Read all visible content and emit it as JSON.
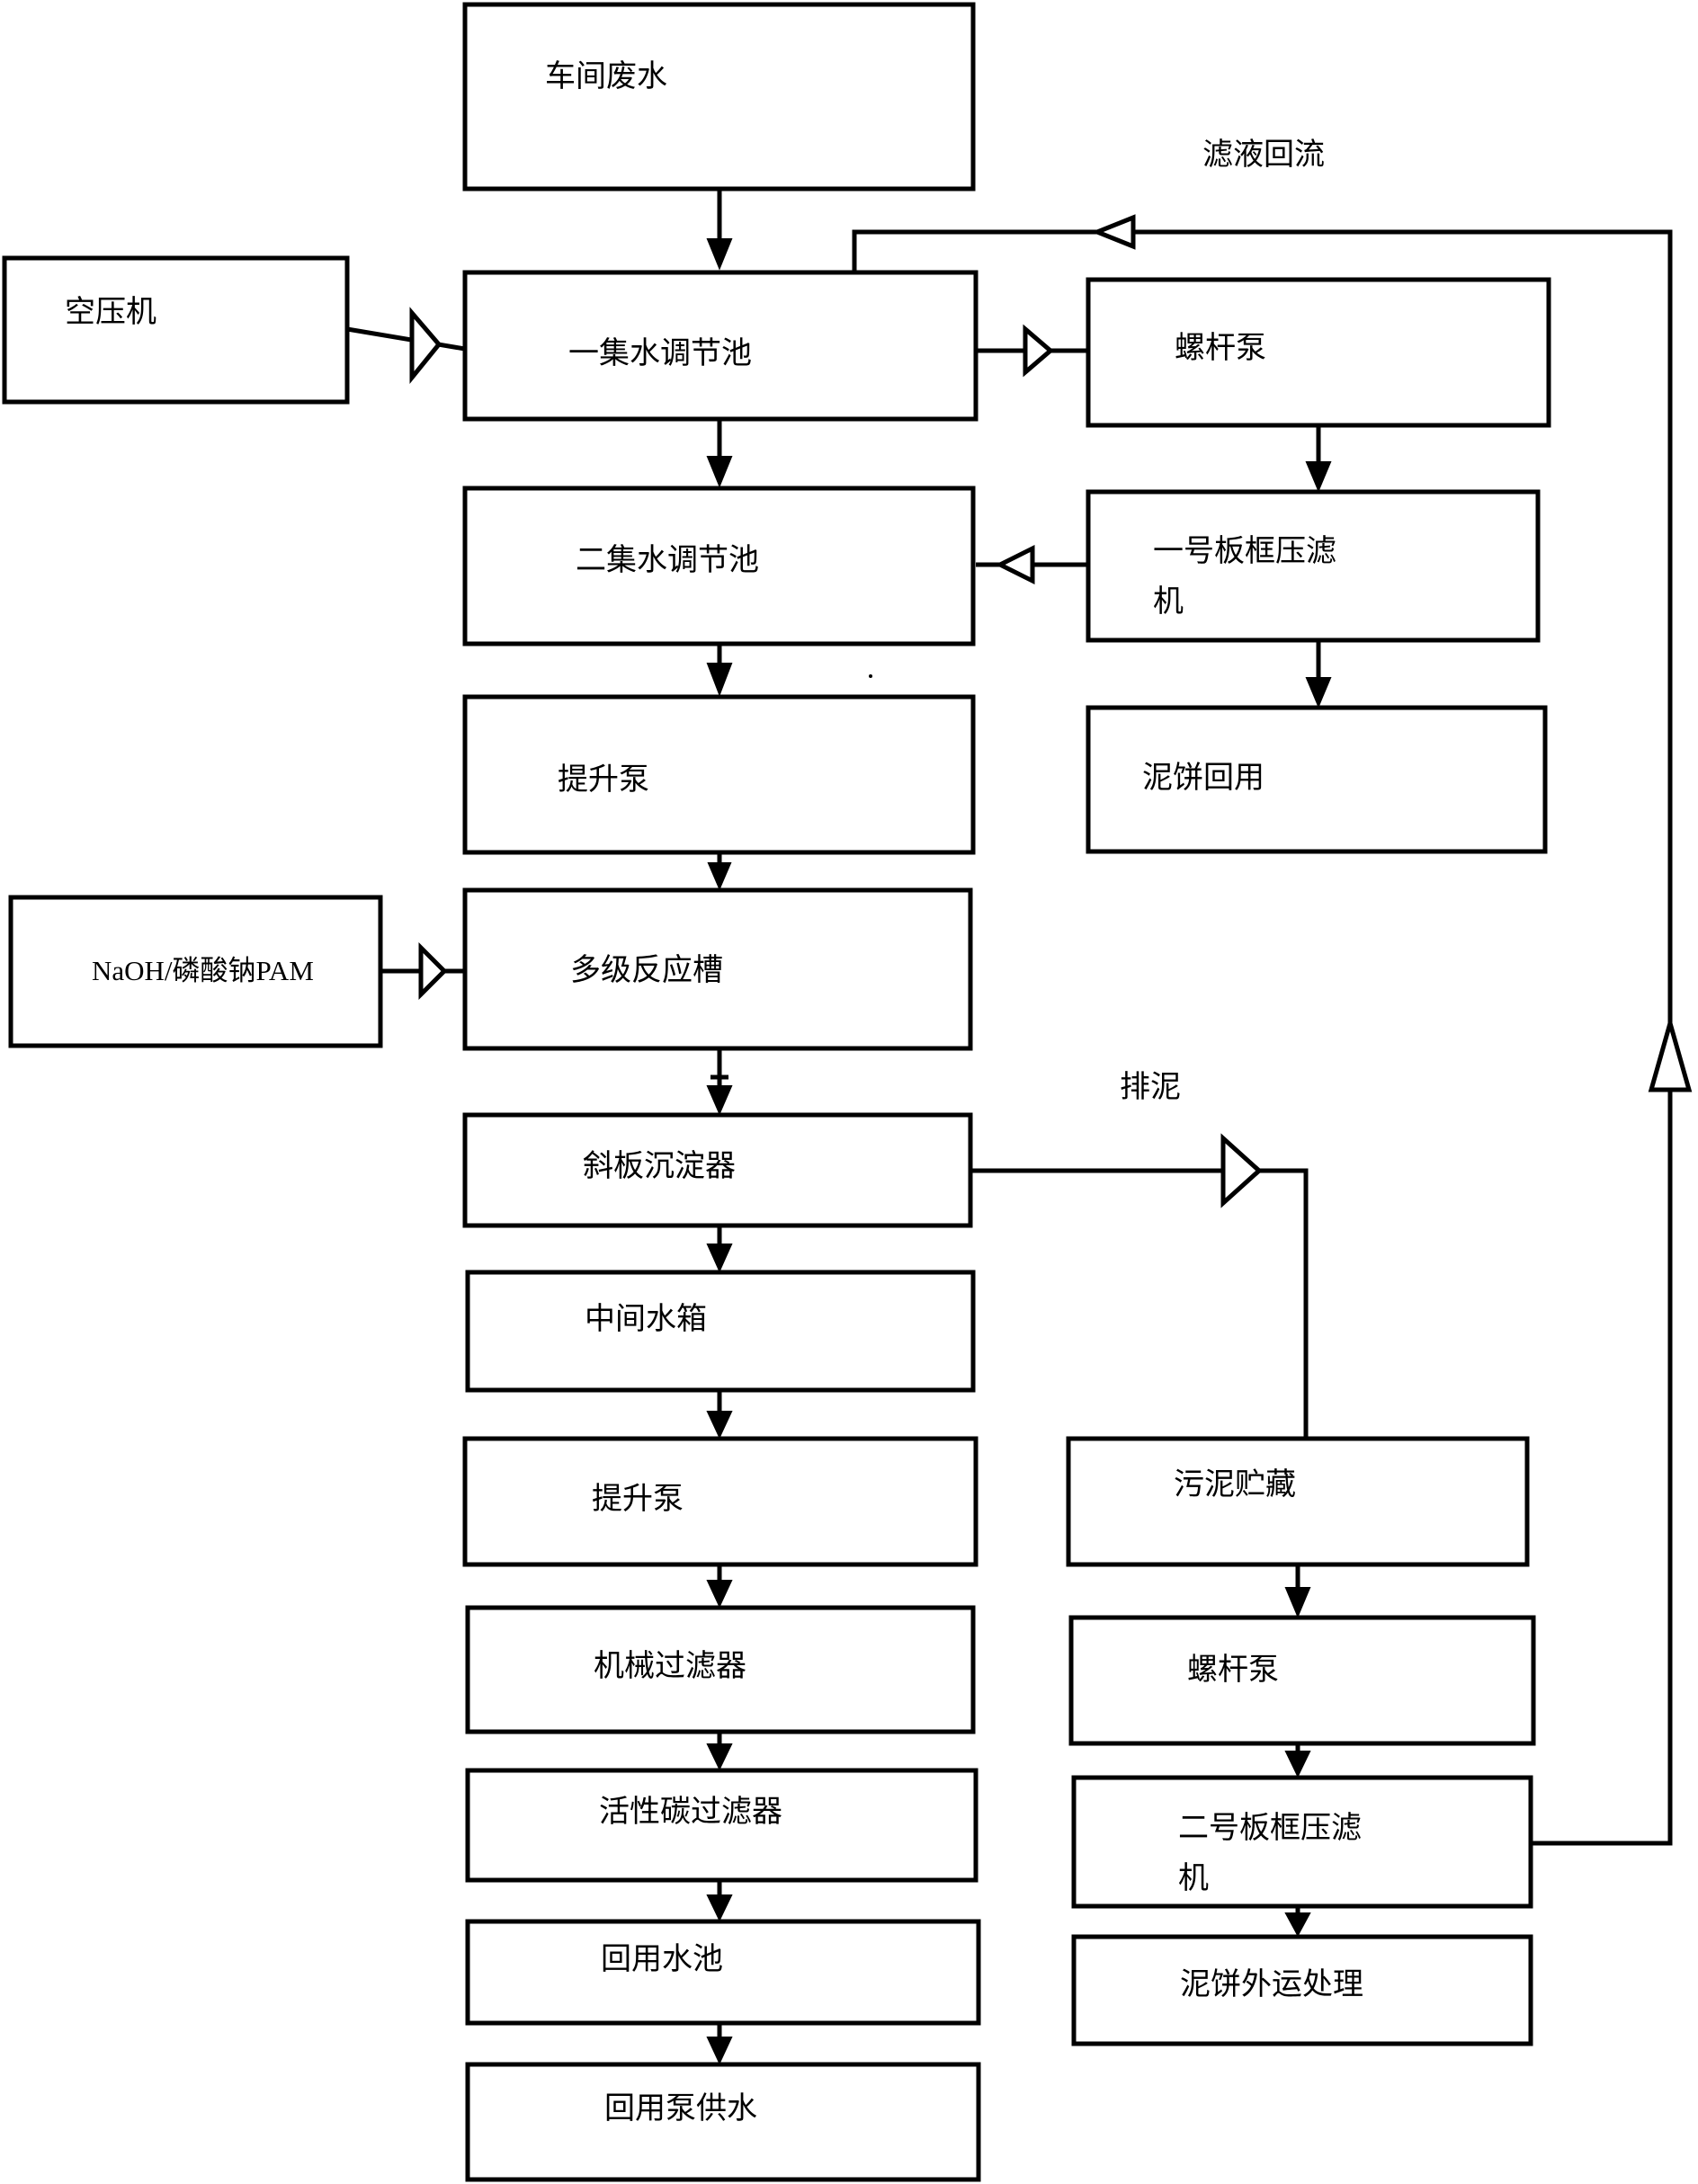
{
  "nodes": {
    "workshop_wastewater": "车间废水",
    "air_compressor": "空压机",
    "collection_tank_1": "一集水调节池",
    "screw_pump_1": "螺杆泵",
    "collection_tank_2": "二集水调节池",
    "filter_press_1_line1": "一号板框压滤",
    "filter_press_1_line2": "机",
    "lift_pump_1": "提升泵",
    "cake_reuse": "泥饼回用",
    "reagents": "NaOH/磷酸钠PAM",
    "multistage_reactor": "多级反应槽",
    "inclined_settler": "斜板沉淀器",
    "intermediate_tank": "中间水箱",
    "lift_pump_2": "提升泵",
    "sludge_storage": "污泥贮藏",
    "mechanical_filter": "机械过滤器",
    "screw_pump_2": "螺杆泵",
    "carbon_filter": "活性碳过滤器",
    "filter_press_2_line1": "二号板框压滤",
    "filter_press_2_line2": "机",
    "reuse_pool": "回用水池",
    "cake_disposal": "泥饼外运处理",
    "reuse_pump_supply": "回用泵供水"
  },
  "annotations": {
    "filtrate_return": "滤液回流",
    "sludge_discharge": "排泥"
  }
}
